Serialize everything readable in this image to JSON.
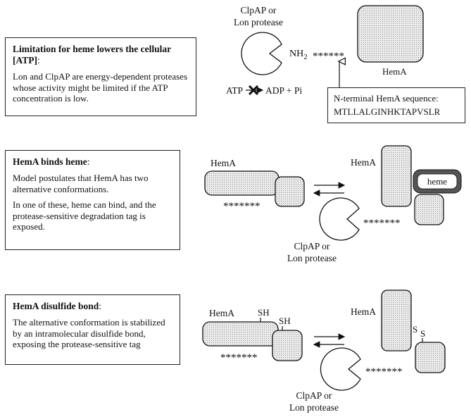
{
  "panels": {
    "atp": {
      "heading": "Limitation for heme lowers the cellular [ATP]",
      "heading_suffix": ":",
      "body": "Lon and ClpAP are energy-dependent proteases whose activity might be limited if the ATP concentration is low.",
      "protease_label": [
        "ClpAP or",
        "Lon protease"
      ],
      "nh2_label": "NH",
      "nh2_sub": "2",
      "tag": "******",
      "protein_label": "HemA",
      "reaction_atp": "ATP",
      "reaction_products": "ADP + Pi",
      "sequence_title": "N-terminal HemA sequence:",
      "sequence": "MTLLALGINHKTAPVSLR"
    },
    "heme": {
      "heading": "HemA binds heme",
      "heading_suffix": ":",
      "body1": "Model postulates that HemA has two alternative conformations.",
      "body2": "In one of these, heme can bind, and the protease-sensitive degradation tag is exposed.",
      "left_label": "HemA",
      "left_tag": "*******",
      "right_label": "HemA",
      "heme_label": "heme",
      "right_tag": "*******",
      "protease_label": [
        "ClpAP or",
        "Lon protease"
      ]
    },
    "disulfide": {
      "heading": "HemA disulfide bond",
      "heading_suffix": ":",
      "body": "The alternative conformation is stabilized by an intramolecular disulfide bond, exposing the protease-sensitive tag",
      "left_label": "HemA",
      "sh1": "SH",
      "sh2": "SH",
      "left_tag": "*******",
      "right_label": "HemA",
      "s1": "S",
      "s2": "S",
      "right_tag": "*******",
      "protease_label": [
        "ClpAP or",
        "Lon protease"
      ]
    }
  }
}
